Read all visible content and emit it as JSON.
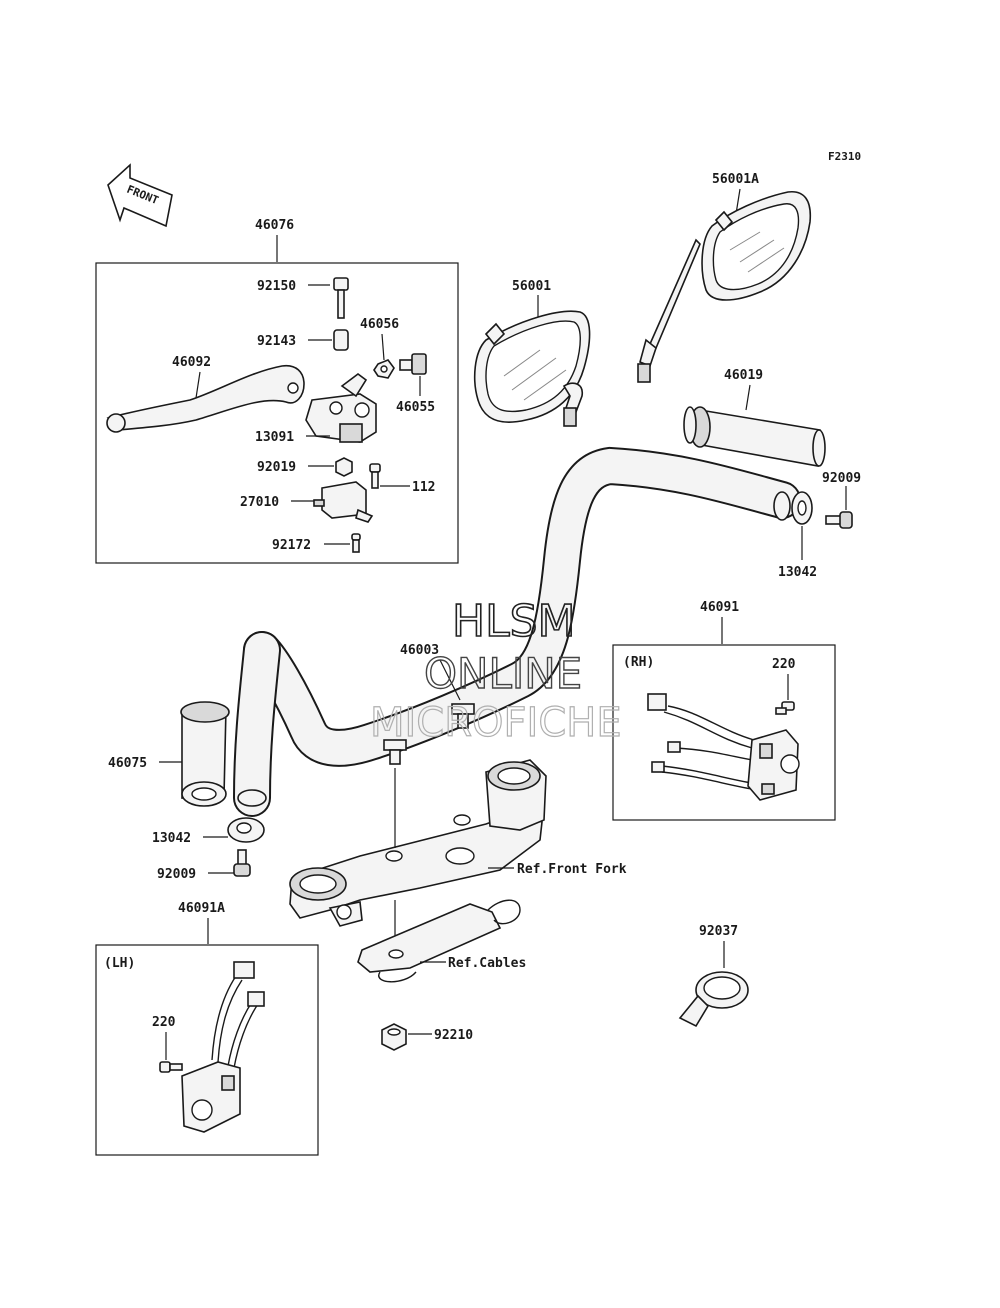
{
  "figure_code": "F2310",
  "front_label": "FRONT",
  "watermark": [
    "HLSM",
    "ONLINE",
    "MICROFICHE"
  ],
  "parts": {
    "p46076": "46076",
    "p92150": "92150",
    "p92143": "92143",
    "p46056": "46056",
    "p46092": "46092",
    "p46055": "46055",
    "p13091": "13091",
    "p92019": "92019",
    "p112": "112",
    "p27010": "27010",
    "p92172": "92172",
    "p56001A": "56001A",
    "p56001": "56001",
    "p46019": "46019",
    "p92009_r": "92009",
    "p13042_r": "13042",
    "p46091": "46091",
    "p220_r": "220",
    "p46003": "46003",
    "p46075": "46075",
    "p13042_l": "13042",
    "p92009_l": "92009",
    "p46091A": "46091A",
    "p220_l": "220",
    "p92210": "92210",
    "p92037": "92037"
  },
  "refs": {
    "front_fork": "Ref.Front Fork",
    "cables": "Ref.Cables"
  },
  "sides": {
    "rh": "(RH)",
    "lh": "(LH)"
  }
}
